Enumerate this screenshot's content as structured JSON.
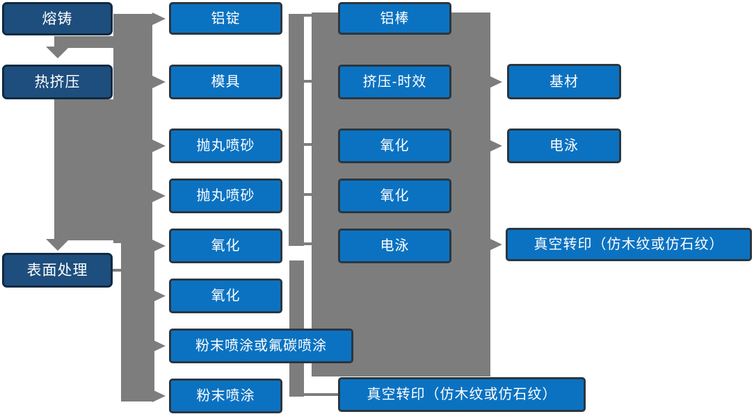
{
  "diagram_title": "",
  "colors": {
    "node_blue": "#0b72c1",
    "node_dark_blue": "#1d4e7d",
    "node_border": "#2b3640",
    "connector_gray": "#7d7d7d",
    "text": "#ffffff",
    "background": "#ffffff"
  },
  "nodes": {
    "melt_casting": {
      "label": "熔铸"
    },
    "hot_extrusion": {
      "label": "热挤压"
    },
    "surface_treatment": {
      "label": "表面处理"
    },
    "aluminum_ingot": {
      "label": "铝锭"
    },
    "mold": {
      "label": "模具"
    },
    "shot_blast_1": {
      "label": "抛丸喷砂"
    },
    "shot_blast_2": {
      "label": "抛丸喷砂"
    },
    "oxidation_1": {
      "label": "氧化"
    },
    "oxidation_2": {
      "label": "氧化"
    },
    "powder_or_fluorocarbon": {
      "label": "粉末喷涂或氟碳喷涂"
    },
    "powder_coating": {
      "label": "粉末喷涂"
    },
    "aluminum_rod": {
      "label": "铝棒"
    },
    "extrusion_aging": {
      "label": "挤压-时效"
    },
    "oxidation_3": {
      "label": "氧化"
    },
    "oxidation_4": {
      "label": "氧化"
    },
    "electrophoresis_1": {
      "label": "电泳"
    },
    "vacuum_transfer_bottom": {
      "label": "真空转印（仿木纹或仿石纹）"
    },
    "base_material": {
      "label": "基材"
    },
    "electrophoresis_2": {
      "label": "电泳"
    },
    "vacuum_transfer_right": {
      "label": "真空转印（仿木纹或仿石纹）"
    }
  },
  "edges": [
    {
      "from": "melt_casting",
      "to": "hot_extrusion"
    },
    {
      "from": "hot_extrusion",
      "to": "surface_treatment"
    },
    {
      "from": "left_trunk",
      "to": "aluminum_ingot"
    },
    {
      "from": "left_trunk",
      "to": "mold"
    },
    {
      "from": "left_trunk",
      "to": "shot_blast_1"
    },
    {
      "from": "left_trunk",
      "to": "shot_blast_2"
    },
    {
      "from": "left_trunk",
      "to": "oxidation_1"
    },
    {
      "from": "left_trunk",
      "to": "oxidation_2"
    },
    {
      "from": "left_trunk",
      "to": "powder_or_fluorocarbon"
    },
    {
      "from": "left_trunk",
      "to": "powder_coating"
    },
    {
      "from": "aluminum_ingot",
      "to": "center_group"
    },
    {
      "from": "mold",
      "to": "center_group"
    },
    {
      "from": "shot_blast_1",
      "to": "center_group"
    },
    {
      "from": "shot_blast_2",
      "to": "center_group"
    },
    {
      "from": "oxidation_1",
      "to": "center_group"
    },
    {
      "from": "extrusion_aging",
      "to": "base_material"
    },
    {
      "from": "oxidation_3",
      "to": "electrophoresis_2"
    },
    {
      "from": "electrophoresis_1",
      "to": "vacuum_transfer_right"
    },
    {
      "from": "powder_coating",
      "to": "vacuum_transfer_bottom"
    }
  ]
}
